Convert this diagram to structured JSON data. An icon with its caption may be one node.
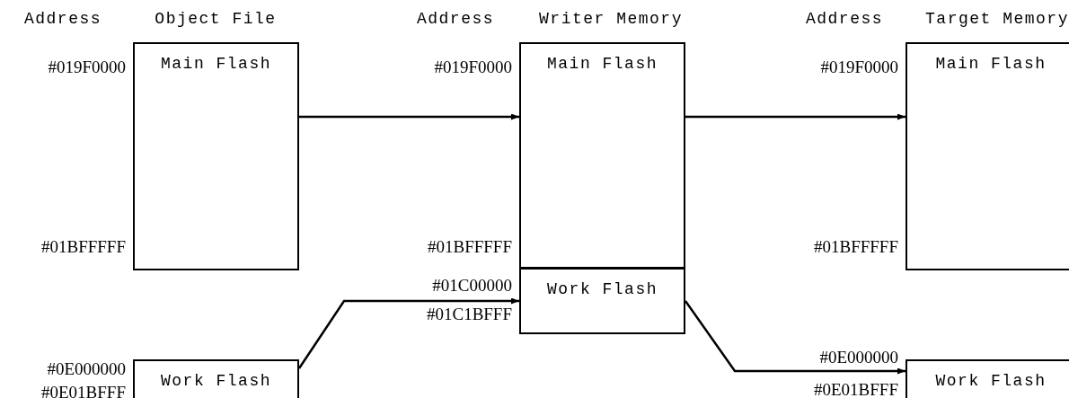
{
  "diagram": {
    "nodes": [
      {
        "text": [
          "Main Flash"
        ]
      },
      {
        "text": [
          "Work Flash"
        ]
      },
      {
        "text": [
          "Main Flash"
        ]
      },
      {
        "text": [
          "Work Flash"
        ]
      },
      {
        "text": [
          "Main Flash"
        ]
      },
      {
        "text": [
          "Work Flash"
        ]
      }
    ],
    "edges": [
      {
        "from": 0,
        "to": 2,
        "arrow": "to"
      },
      {
        "from": 1,
        "to": 3,
        "arrow": "to"
      },
      {
        "from": 2,
        "to": 4,
        "arrow": "to"
      },
      {
        "from": 3,
        "to": 5,
        "arrow": "to"
      }
    ],
    "labels": [
      "Address",
      "Object File",
      "Address",
      "Writer Memory",
      "Address",
      "Target Memory",
      "#019F0000",
      "#019F0000",
      "#019F0000",
      "#01BFFFFF",
      "#01BFFFFF",
      "#01BFFFFF",
      "#01C00000",
      "#01C1BFFF",
      "#0E000000",
      "#0E000000",
      "#0E01BFFF",
      "#0E01BFFF"
    ]
  }
}
